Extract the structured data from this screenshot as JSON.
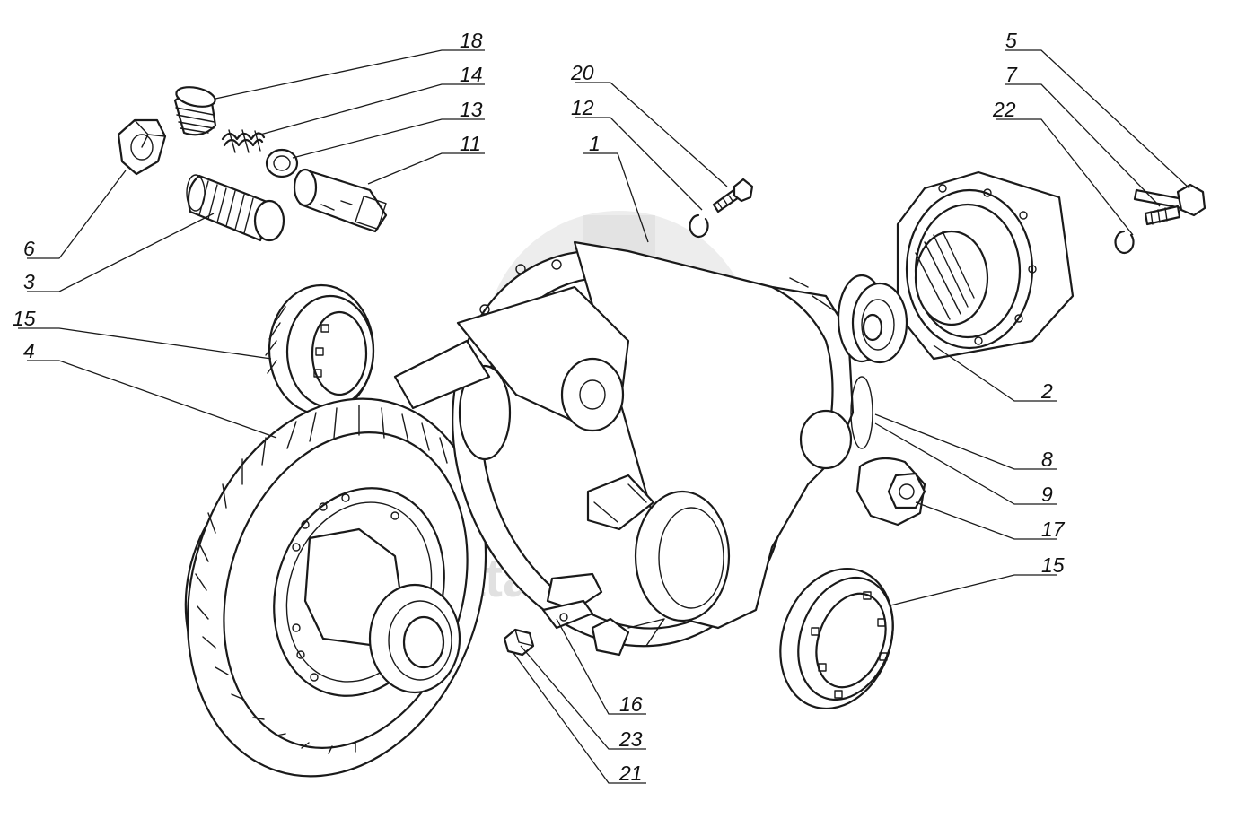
{
  "diagram": {
    "callouts": [
      "18",
      "14",
      "13",
      "11",
      "6",
      "3",
      "15",
      "4",
      "20",
      "12",
      "1",
      "5",
      "7",
      "22",
      "2",
      "8",
      "9",
      "17",
      "15",
      "16",
      "23",
      "21"
    ],
    "watermark": {
      "text": "data-parts"
    },
    "colors": {
      "line": "#1a1a1a",
      "background": "#ffffff",
      "watermark": "#bdbdbd"
    }
  }
}
